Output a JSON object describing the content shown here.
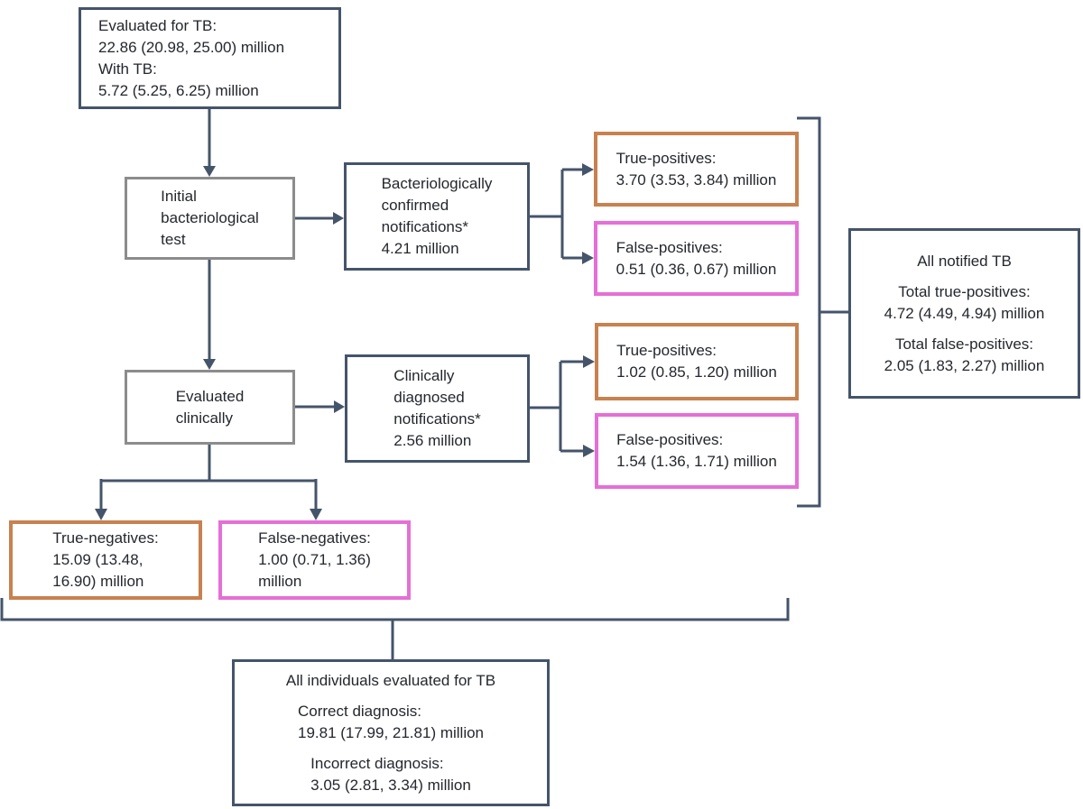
{
  "colors": {
    "connector": "#44546a",
    "border_dark": "#44546a",
    "border_gray": "#8c8c8c",
    "border_true": "#c8814f",
    "border_false": "#e56fd7",
    "text": "#24272e"
  },
  "nodes": {
    "evaluated_for_tb": {
      "lines": [
        "Evaluated for TB:",
        "22.86 (20.98, 25.00) million",
        "With TB:",
        "5.72 (5.25, 6.25) million"
      ]
    },
    "initial_test": {
      "lines": [
        "Initial",
        "bacteriological",
        "test"
      ]
    },
    "bact_confirmed": {
      "lines": [
        "Bacteriologically",
        "confirmed",
        "notifications*",
        "4.21 million"
      ]
    },
    "true_pos_bact": {
      "lines": [
        "True-positives:",
        "3.70 (3.53, 3.84) million"
      ]
    },
    "false_pos_bact": {
      "lines": [
        "False-positives:",
        "0.51 (0.36, 0.67) million"
      ]
    },
    "evaluated_clinically": {
      "lines": [
        "Evaluated",
        "clinically"
      ]
    },
    "clin_diagnosed": {
      "lines": [
        "Clinically",
        "diagnosed",
        "notifications*",
        "2.56 million"
      ]
    },
    "true_pos_clin": {
      "lines": [
        "True-positives:",
        "1.02 (0.85, 1.20) million"
      ]
    },
    "false_pos_clin": {
      "lines": [
        "False-positives:",
        "1.54 (1.36, 1.71) million"
      ]
    },
    "true_neg": {
      "lines": [
        "True-negatives:",
        "15.09 (13.48,",
        "16.90) million"
      ]
    },
    "false_neg": {
      "lines": [
        "False-negatives:",
        "1.00 (0.71, 1.36)",
        "million"
      ]
    },
    "all_notified": {
      "title": "All notified TB",
      "tp_label": "Total true-positives:",
      "tp_value": "4.72 (4.49, 4.94) million",
      "fp_label": "Total false-positives:",
      "fp_value": "2.05 (1.83, 2.27) million"
    },
    "all_individuals": {
      "title": "All individuals evaluated for TB",
      "correct_label": "Correct diagnosis:",
      "correct_value": "19.81 (17.99, 21.81) million",
      "incorrect_label": "Incorrect diagnosis:",
      "incorrect_value": "3.05 (2.81, 3.34) million"
    }
  }
}
